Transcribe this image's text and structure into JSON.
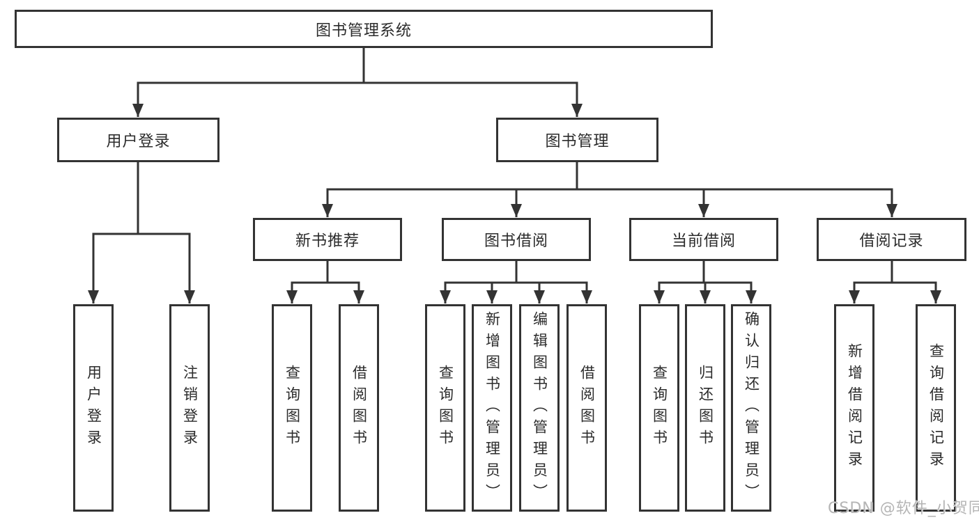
{
  "tree": {
    "label": "图书管理系统",
    "children": [
      {
        "label": "用户登录",
        "children": [
          {
            "label": "用户登录"
          },
          {
            "label": "注销登录"
          }
        ]
      },
      {
        "label": "图书管理",
        "children": [
          {
            "label": "新书推荐",
            "children": [
              {
                "label": "查询图书"
              },
              {
                "label": "借阅图书"
              }
            ]
          },
          {
            "label": "图书借阅",
            "children": [
              {
                "label": "查询图书"
              },
              {
                "label": "新增图书（管理员）"
              },
              {
                "label": "编辑图书（管理员）"
              },
              {
                "label": "借阅图书"
              }
            ]
          },
          {
            "label": "当前借阅",
            "children": [
              {
                "label": "查询图书"
              },
              {
                "label": "归还图书"
              },
              {
                "label": "确认归还（管理员）"
              }
            ]
          },
          {
            "label": "借阅记录",
            "children": [
              {
                "label": "新增借阅记录"
              },
              {
                "label": "查询借阅记录"
              }
            ]
          }
        ]
      }
    ]
  },
  "watermark": "CSDN @软件_小贺同学",
  "colors": {
    "line": "#333333",
    "text": "#2b2b2b",
    "watermark": "#b5b5b5",
    "background": "#ffffff"
  }
}
